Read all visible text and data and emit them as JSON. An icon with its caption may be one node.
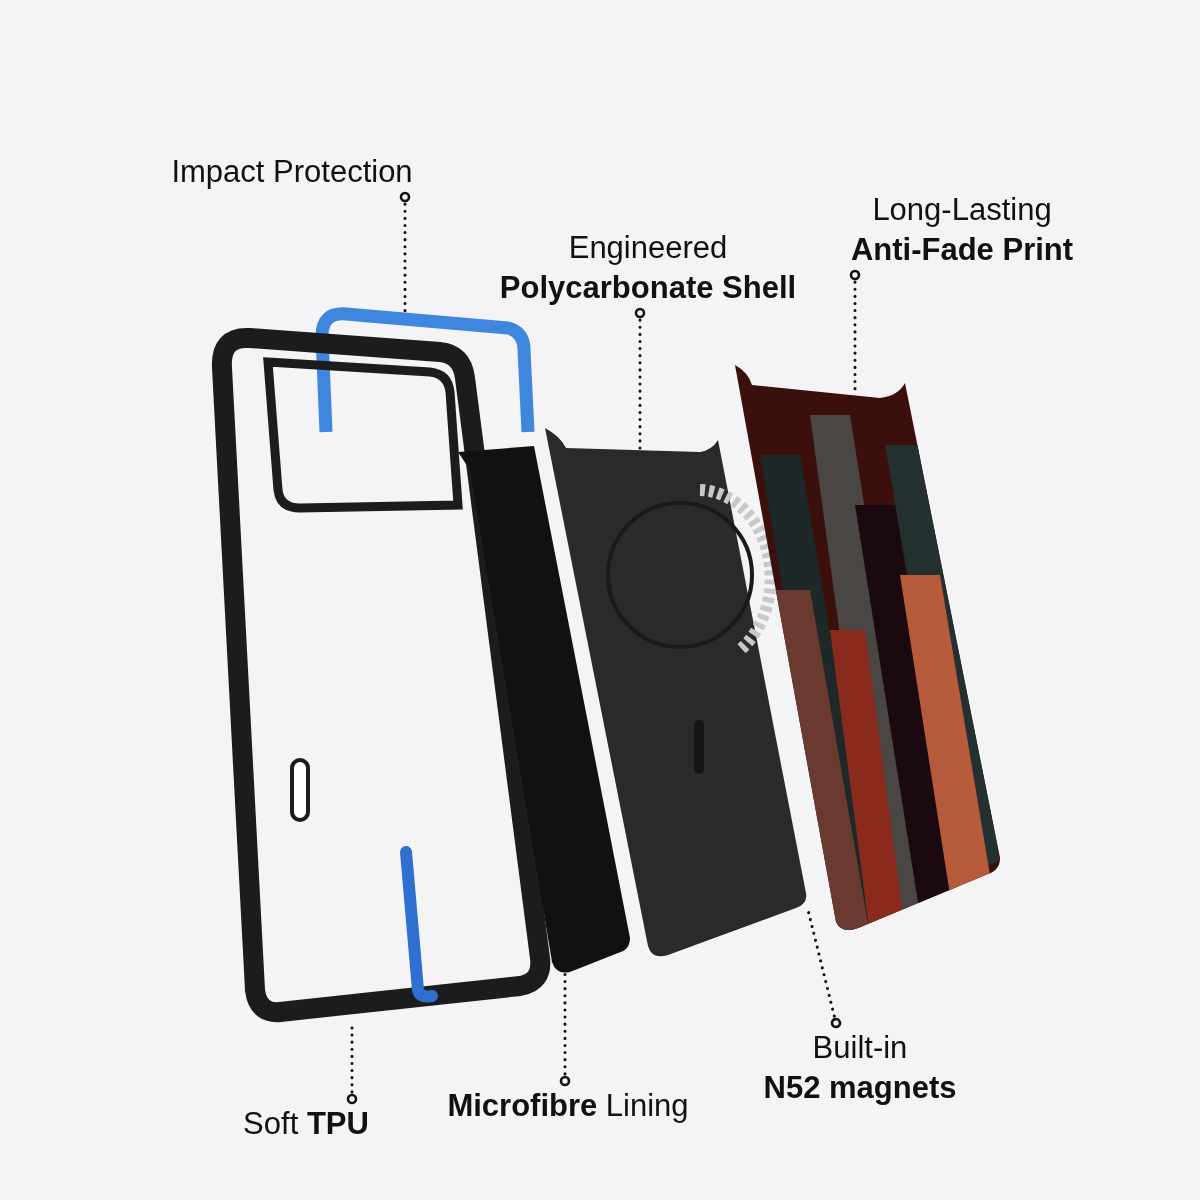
{
  "diagram": {
    "nodes": [
      {
        "text": [
          "Impact Protection"
        ]
      },
      {
        "text": [
          "Engineered **Polycarbonate Shell**"
        ]
      },
      {
        "text": [
          "Long-Lasting **Anti-Fade Print**"
        ]
      },
      {
        "text": [],
        "shape": "picture"
      },
      {
        "text": [],
        "shape": "picture"
      },
      {
        "text": [],
        "shape": "picture"
      },
      {
        "text": [],
        "shape": "picture"
      },
      {
        "text": [],
        "shape": "picture"
      },
      {
        "text": [
          "Soft **TPU**"
        ]
      },
      {
        "text": [
          "**Microfibre** Lining"
        ]
      },
      {
        "text": [
          "Built-in **N52 magnets**"
        ]
      }
    ],
    "edges": [
      {
        "from": 0,
        "to": 3,
        "arrow": "other"
      },
      {
        "from": 1,
        "to": 6,
        "arrow": "other"
      },
      {
        "from": 2,
        "to": 7,
        "arrow": "other"
      },
      {
        "from": 8,
        "to": 4,
        "arrow": "other"
      },
      {
        "from": 9,
        "to": 5,
        "arrow": "other"
      },
      {
        "from": 10,
        "to": 6,
        "arrow": "other"
      }
    ]
  }
}
